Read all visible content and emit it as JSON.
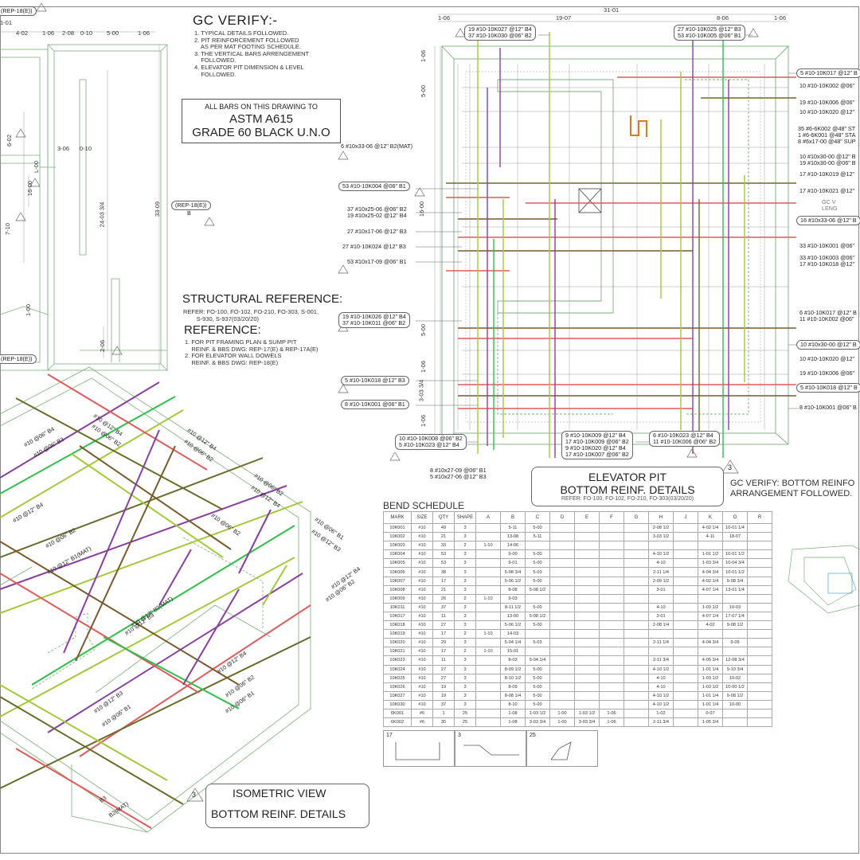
{
  "colors": {
    "olive": "#6b6b2a",
    "purple": "#8a3fa0",
    "lime": "#a3c93a",
    "green": "#2fbf4a",
    "red": "#e05a5a",
    "brown": "#7a5a2a",
    "orange": "#e07a10",
    "outline": "#7ab07a"
  },
  "gc_verify": {
    "title": "GC VERIFY:-",
    "items": [
      "1. TYPICAL DETAILS FOLLOWED.",
      "2. PIT REINFORCEMENT FOLLOWED",
      "    AS PER MAT FOOTING SCHEDULE.",
      "3. THE VERTICAL BARS ARRENGEMENT",
      "    FOLLOWED.",
      "4. ELEVATOR PIT DIMENSION & LEVEL",
      "    FOLLOWED."
    ]
  },
  "astm": {
    "line1": "ALL BARS ON THIS DRAWING TO",
    "line2": "ASTM A615",
    "line3": "GRADE 60 BLACK U.N.O"
  },
  "structural_reference": {
    "title": "STRUCTURAL REFERENCE:",
    "text": "REFER: FO-100, FO-102, FO-210, FO-303, S-001,\n        S-930, S-937(03/20/20)"
  },
  "reference": {
    "title": "REFERENCE:",
    "text": "1. FOR PIT FRAMING PLAN & SUMP PIT\n    REINF. & BBS DWG: REP-17(E) & REP-17A(E)\n2. FOR ELEVATOR WALL DOWELS\n    REINF. & BBS DWG: REP-18(E)"
  },
  "left_plan": {
    "top_ref": "(REP-18(E))",
    "dims_top": [
      "4-02",
      "1-06",
      "2-08",
      "0-10",
      "5-00",
      "1-06"
    ],
    "dim_left": "1-01",
    "dims_inner": [
      "6-02",
      "3-06",
      "0-10",
      "L-00",
      "16-00",
      "7-10",
      "1-00",
      "2-06"
    ],
    "dim_total": "24-03 3/4",
    "dim_overall": "33-09",
    "section_ref": "(REP-18(E))",
    "section_letter": "B",
    "bottom_ref": "(REP-18(E))",
    "mat_label": "6 #10x33-06 @12\" B2(MAT)"
  },
  "pit_plan": {
    "dims_top_total": "31-01",
    "dims_top": [
      "1-06",
      "19-07",
      "8-06",
      "1-06"
    ],
    "dims_left": [
      "1-06",
      "5-00",
      "16-00",
      "5-00",
      "1-06",
      "3-03 3/4",
      "1-06"
    ],
    "gc_note": "GC V\nLENG",
    "top_left_tag": "19 #10-10K027 @12\" B4\n37 #10-10K030 @06\" B2",
    "top_right_tag": "27 #10-10K025 @12\" B3\n53 #10-10K005 @06\" B1",
    "left_tags": [
      "53 #10-10K004 @06\" B1",
      "37 #10x25-06 @06\" B2\n19 #10x25-02 @12\" B4",
      "27 #10x17-06 @12\" B3",
      "27 #10-10K024 @12\" B3",
      "53 #10x17-09 @06\" B1",
      "19 #10-10K026 @12\" B4\n37 #10-10K011 @06\" B2",
      "5 #10-10K018 @12\" B3",
      "8 #10-10K001 @06\" B1"
    ],
    "right_tags": [
      "5 #10-10K017 @12\" B",
      "10 #10-10K002 @06\"",
      "19 #10-10K006 @06\"",
      "10 #10-10K020 @12\"",
      "35 #6-6K002 @48\" ST\n1 #6-6K001 @48\" STA\n8 #6x17-00 @48\" SUP",
      "10 #10x30-00 @12\" B\n19 #10x30-00 @06\" B",
      "17 #10-10K019 @12\"",
      "17 #10-10K021 @12\"",
      "16 #10x33-06 @12\" B",
      "33 #10-10K001 @06\"",
      "33 #10-10K003 @06\"\n17 #10-10K018 @12\"",
      "6 #10-10K017 @12\" B\n11 #10-10K002 @06\"",
      "10 #10x30-00 @12\" B",
      "10 #10-10K020 @12\"",
      "19 #10-10K006 @06\"",
      "5 #10-10K018 @12\" B",
      "8 #10-10K001 @06\" B"
    ],
    "bottom_tags": [
      "10 #10-10K008 @06\" B2\n5 #10-10K023 @12\" B4",
      "9 #10-10K009 @12\" B4\n17 #10-10K009 @06\" B2\n9 #10-10K020 @12\" B4\n17 #10-10K007 @06\" B2",
      "6 #10-10K023 @12\" B4\n11 #10-10K006 @06\" B2",
      "8 #10x27-09 @06\" B1\n5 #10x27-06 @12\" B3"
    ],
    "caption": {
      "line1": "ELEVATOR PIT",
      "line2": "BOTTOM REINF. DETAILS",
      "line3": "REFER: FO-100, FO-102, FO-210, FO-303(03/20/20)",
      "number": "3"
    },
    "gc_bottom": "GC VERIFY: BOTTOM REINFO\nARRANGEMENT FOLLOWED."
  },
  "isometric": {
    "labels": [
      "#10 @06\" B4",
      "#10 @06\" B3",
      "#10 @12\" B4",
      "#10 @06\" B2",
      "#10 @12\" B4",
      "#10 @06\" B2",
      "#10 @06\" B2",
      "#10 @12\" B4",
      "#10 @06\" B2",
      "#10 @12\" B1(MAT)",
      "#10 @12\" B4",
      "#10 @06\" B2",
      "#10 @06\" B1",
      "#10 @12\" B3",
      "#10 @12\" B4",
      "#10 @06\" B2",
      "#10 @12\" B2(MAT)",
      "#10 @12\" B3",
      "#10 @12\" B4",
      "#10 @06\" B2",
      "#10 @06\" B1",
      "#10 @12\" B3",
      "#10 @06\" B1",
      "B3",
      "B2(MAT)"
    ],
    "caption_number": "3",
    "caption_l1": "ISOMETRIC VIEW",
    "caption_l2": "BOTTOM REINF. DETAILS"
  },
  "bend_schedule": {
    "title": "BEND SCHEDULE",
    "columns": [
      "MARK",
      "SIZE",
      "QTY",
      "SHAPE",
      "A",
      "B",
      "C",
      "D",
      "E",
      "F",
      "G",
      "H",
      "J",
      "K",
      "O",
      "R"
    ],
    "rows": [
      [
        "10K001",
        "#10",
        "49",
        "3",
        "",
        "5-11",
        "5-00",
        "",
        "",
        "",
        "",
        "2-08 1/2",
        "",
        "4-02 1/4",
        "10-01 1/4",
        ""
      ],
      [
        "10K002",
        "#10",
        "21",
        "3",
        "",
        "13-08",
        "5-11",
        "",
        "",
        "",
        "",
        "3-03 1/2",
        "",
        "4-11",
        "18-07",
        ""
      ],
      [
        "10K003",
        "#10",
        "33",
        "2",
        "1-10",
        "14-06",
        "",
        "",
        "",
        "",
        "",
        "",
        "",
        "",
        "",
        ""
      ],
      [
        "10K004",
        "#10",
        "53",
        "3",
        "",
        "9-00",
        "5-00",
        "",
        "",
        "",
        "",
        "4-10 1/2",
        "",
        "1-01 1/2",
        "10-01 1/2",
        ""
      ],
      [
        "10K005",
        "#10",
        "53",
        "3",
        "",
        "9-01",
        "5-00",
        "",
        "",
        "",
        "",
        "4-10",
        "",
        "1-03 3/4",
        "10-04 3/4",
        ""
      ],
      [
        "10K006",
        "#10",
        "38",
        "3",
        "",
        "5-08 3/4",
        "5-03",
        "",
        "",
        "",
        "",
        "2-11 1/4",
        "",
        "4-04 3/4",
        "10-01 1/2",
        ""
      ],
      [
        "10K007",
        "#10",
        "17",
        "3",
        "",
        "5-06 1/2",
        "5-00",
        "",
        "",
        "",
        "",
        "2-09 1/2",
        "",
        "4-02 1/4",
        "9-08 3/4",
        ""
      ],
      [
        "10K008",
        "#10",
        "21",
        "3",
        "",
        "8-08",
        "5-08 1/2",
        "",
        "",
        "",
        "",
        "3-01",
        "",
        "4-07 1/4",
        "13-01 1/4",
        ""
      ],
      [
        "10K009",
        "#10",
        "26",
        "2",
        "1-10",
        "9-03",
        "",
        "",
        "",
        "",
        "",
        "",
        "",
        "",
        "",
        ""
      ],
      [
        "10K011",
        "#10",
        "37",
        "3",
        "",
        "8-11 1/2",
        "5-00",
        "",
        "",
        "",
        "",
        "4-10",
        "",
        "1-03 1/2",
        "10-03",
        ""
      ],
      [
        "10K017",
        "#10",
        "11",
        "3",
        "",
        "13-00",
        "5-08 1/2",
        "",
        "",
        "",
        "",
        "3-01",
        "",
        "4-07 1/4",
        "17-07 1/4",
        ""
      ],
      [
        "10K018",
        "#10",
        "27",
        "3",
        "",
        "5-06 1/2",
        "5-00",
        "",
        "",
        "",
        "",
        "2-08 1/4",
        "",
        "4-02",
        "9-08 1/2",
        ""
      ],
      [
        "10K019",
        "#10",
        "17",
        "2",
        "1-10",
        "14-03",
        "",
        "",
        "",
        "",
        "",
        "",
        "",
        "",
        "",
        ""
      ],
      [
        "10K020",
        "#10",
        "29",
        "3",
        "",
        "5-04 1/4",
        "5-03",
        "",
        "",
        "",
        "",
        "2-11 1/4",
        "",
        "4-04 3/4",
        "9-09",
        ""
      ],
      [
        "10K021",
        "#10",
        "17",
        "2",
        "1-10",
        "15-01",
        "",
        "",
        "",
        "",
        "",
        "",
        "",
        "",
        "",
        ""
      ],
      [
        "10K023",
        "#10",
        "11",
        "3",
        "",
        "8-03",
        "5-04 1/4",
        "",
        "",
        "",
        "",
        "2-11 3/4",
        "",
        "4-05 3/4",
        "12-08 3/4",
        ""
      ],
      [
        "10K024",
        "#10",
        "27",
        "3",
        "",
        "8-09 1/2",
        "5-00",
        "",
        "",
        "",
        "",
        "4-10 1/2",
        "",
        "1-01 1/4",
        "9-10 3/4",
        ""
      ],
      [
        "10K025",
        "#10",
        "27",
        "3",
        "",
        "8-10 1/2",
        "5-00",
        "",
        "",
        "",
        "",
        "4-10",
        "",
        "1-03 1/2",
        "10-02",
        ""
      ],
      [
        "10K026",
        "#10",
        "19",
        "3",
        "",
        "8-09",
        "5-00",
        "",
        "",
        "",
        "",
        "4-10",
        "",
        "1-03 1/2",
        "10-00 1/2",
        ""
      ],
      [
        "10K027",
        "#10",
        "19",
        "3",
        "",
        "8-08 1/4",
        "5-00",
        "",
        "",
        "",
        "",
        "4-10 1/2",
        "",
        "1-01 1/4",
        "9-08 1/2",
        ""
      ],
      [
        "10K030",
        "#10",
        "37",
        "3",
        "",
        "8-10",
        "5-00",
        "",
        "",
        "",
        "",
        "4-10 1/2",
        "",
        "1-01 1/4",
        "10-00",
        ""
      ],
      [
        "6K001",
        "#6",
        "1",
        "25",
        "",
        "1-08",
        "1-03 1/2",
        "1-00",
        "1-03 1/2",
        "1-06",
        "",
        "1-02",
        "",
        "0-07",
        "",
        ""
      ],
      [
        "6K002",
        "#6",
        "35",
        "25",
        "",
        "1-08",
        "3-03 3/4",
        "1-00",
        "3-03 3/4",
        "1-06",
        "",
        "2-11 3/4",
        "",
        "1-05 3/4",
        "",
        ""
      ]
    ],
    "shape_labels": [
      "17",
      "3",
      "25"
    ]
  }
}
